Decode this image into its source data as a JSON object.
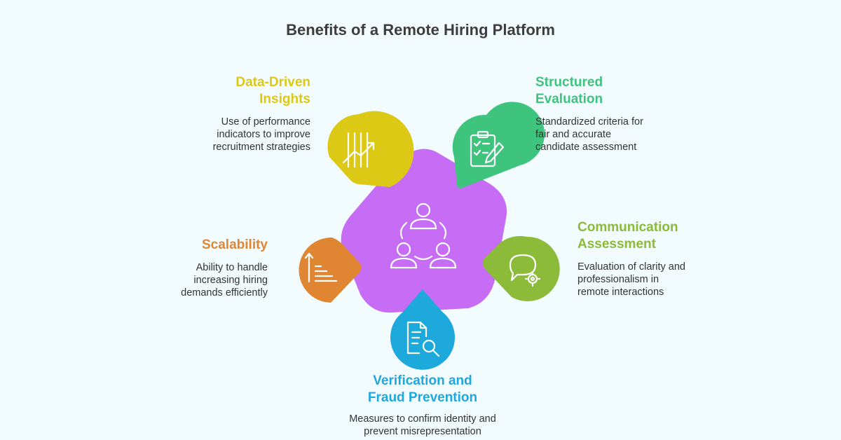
{
  "title": "Benefits of a Remote Hiring Platform",
  "colors": {
    "hub": "#c76cf5",
    "data_driven": "#dcc916",
    "structured": "#3ec47d",
    "communication": "#8cbb3a",
    "verification": "#1ea9dc",
    "scalability": "#e08632",
    "icon_stroke": "#ffffff",
    "text": "#333333"
  },
  "hub": {
    "icon": "team-people-icon"
  },
  "benefits": [
    {
      "key": "data_driven",
      "heading": "Data-Driven\nInsights",
      "desc": "Use of performance\nindicators to improve\nrecruitment strategies",
      "icon": "trend-chart-icon"
    },
    {
      "key": "structured",
      "heading": "Structured\nEvaluation",
      "desc": "Standardized criteria for\nfair and accurate\ncandidate assessment",
      "icon": "checklist-pencil-icon"
    },
    {
      "key": "communication",
      "heading": "Communication\nAssessment",
      "desc": "Evaluation of clarity and\nprofessionalism in\nremote interactions",
      "icon": "chat-gear-icon"
    },
    {
      "key": "verification",
      "heading": "Verification and\nFraud Prevention",
      "desc": "Measures to confirm identity and\nprevent misrepresentation",
      "icon": "document-search-icon"
    },
    {
      "key": "scalability",
      "heading": "Scalability",
      "desc": "Ability to handle\nincreasing hiring\ndemands efficiently",
      "icon": "scale-up-icon"
    }
  ]
}
